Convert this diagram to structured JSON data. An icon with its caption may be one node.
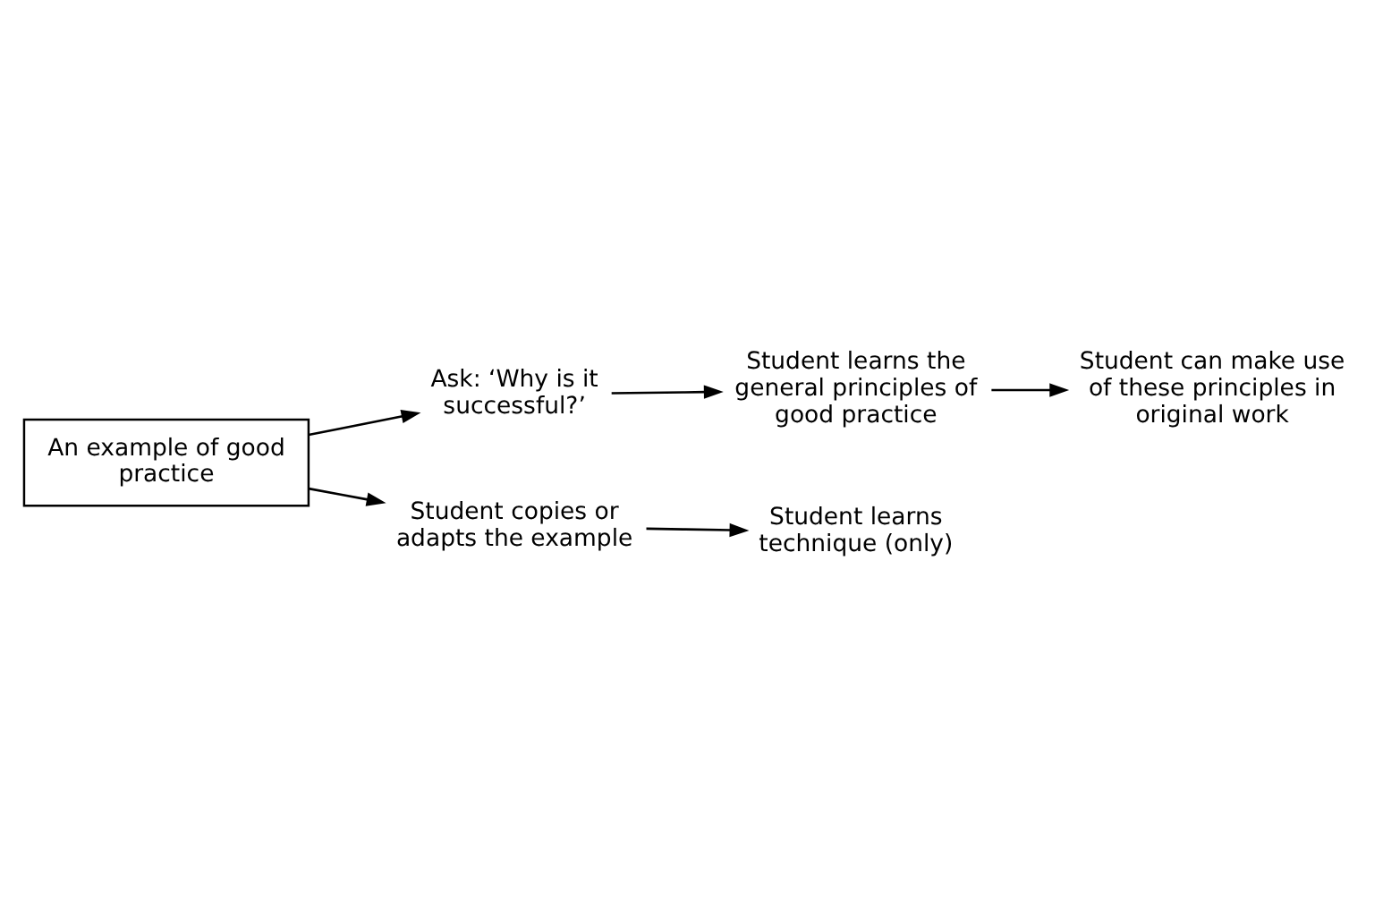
{
  "diagram": {
    "nodes": [
      {
        "text": [
          "An example of good practice"
        ]
      },
      {
        "text": [
          "Ask: ‘Why is it successful?’"
        ]
      },
      {
        "text": [
          "Student learns the general principles of good practice"
        ]
      },
      {
        "text": [
          "Student can make use of these principles in original work"
        ]
      },
      {
        "text": [
          "Student copies or adapts the example"
        ]
      },
      {
        "text": [
          "Student learns technique (only)"
        ]
      }
    ],
    "edges": [
      {
        "from": 0,
        "to": 1,
        "arrow": "to"
      },
      {
        "from": 1,
        "to": 2,
        "arrow": "to"
      },
      {
        "from": 2,
        "to": 3,
        "arrow": "to"
      },
      {
        "from": 0,
        "to": 4,
        "arrow": "to"
      },
      {
        "from": 4,
        "to": 5,
        "arrow": "to"
      }
    ]
  }
}
